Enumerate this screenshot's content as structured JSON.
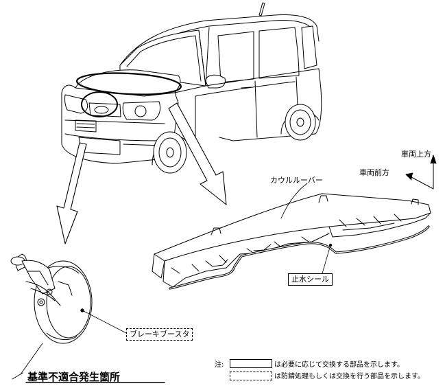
{
  "labels": {
    "up_direction": "車両上方",
    "front_direction": "車両前方",
    "cowl_louver": "カウルルーバー",
    "water_seal": "止水シール",
    "brake_booster": "ブレーキブースタ"
  },
  "title": "基準不適合発生箇所",
  "legend": {
    "note_prefix": "注:",
    "solid_desc": "は必要に応じて交換する部品を示します。",
    "dashed_desc": "は防錆処理もしくは交換を行う部品を示します。"
  }
}
